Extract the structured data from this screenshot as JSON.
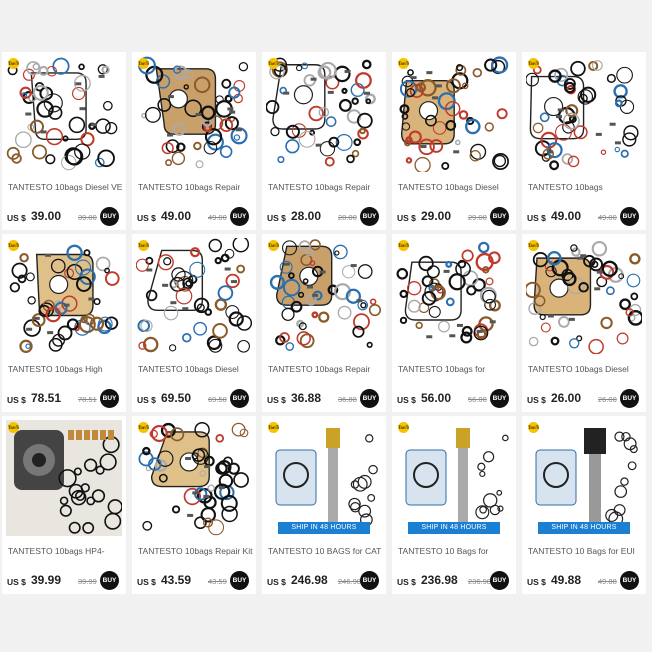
{
  "products": [
    {
      "title": "TANTESTO 10bags Diesel VE",
      "currency": "US $",
      "price": "39.00",
      "old_price": "39.00",
      "buy": "BUY",
      "image": "gasket-kit-a"
    },
    {
      "title": "TANTESTO 10bags Repair",
      "currency": "US $",
      "price": "49.00",
      "old_price": "49.00",
      "buy": "BUY",
      "image": "gasket-kit-b"
    },
    {
      "title": "TANTESTO 10bags Repair",
      "currency": "US $",
      "price": "28.00",
      "old_price": "28.00",
      "buy": "BUY",
      "image": "gasket-kit-c"
    },
    {
      "title": "TANTESTO 10bags Diesel",
      "currency": "US $",
      "price": "29.00",
      "old_price": "29.00",
      "buy": "BUY",
      "image": "gasket-kit-d"
    },
    {
      "title": "TANTESTO 10bags",
      "currency": "US $",
      "price": "49.00",
      "old_price": "49.00",
      "buy": "BUY",
      "image": "gasket-kit-e"
    },
    {
      "title": "TANTESTO 10bags High",
      "currency": "US $",
      "price": "78.51",
      "old_price": "78.51",
      "buy": "BUY",
      "image": "gasket-kit-f"
    },
    {
      "title": "TANTESTO 10bags Diesel",
      "currency": "US $",
      "price": "69.50",
      "old_price": "69.50",
      "buy": "BUY",
      "image": "gasket-kit-g"
    },
    {
      "title": "TANTESTO 10bags Repair",
      "currency": "US $",
      "price": "36.88",
      "old_price": "36.88",
      "buy": "BUY",
      "image": "gasket-kit-h"
    },
    {
      "title": "TANTESTO 10bags for",
      "currency": "US $",
      "price": "56.00",
      "old_price": "56.00",
      "buy": "BUY",
      "image": "gasket-kit-i"
    },
    {
      "title": "TANTESTO 10bags Diesel",
      "currency": "US $",
      "price": "26.00",
      "old_price": "26.00",
      "buy": "BUY",
      "image": "gasket-kit-j"
    },
    {
      "title": "TANTESTO 10bags HP4-",
      "currency": "US $",
      "price": "39.99",
      "old_price": "39.99",
      "buy": "BUY",
      "image": "pump-photo"
    },
    {
      "title": "TANTESTO 10bags Repair Kit",
      "currency": "US $",
      "price": "43.59",
      "old_price": "43.59",
      "buy": "BUY",
      "image": "gasket-kit-k"
    },
    {
      "title": "TANTESTO 10 BAGS for CAT",
      "currency": "US $",
      "price": "246.98",
      "old_price": "246.98",
      "buy": "BUY",
      "image": "injector-kit",
      "ship": "SHIP IN 48 HOURS"
    },
    {
      "title": "TANTESTO 10 Bags for",
      "currency": "US $",
      "price": "236.98",
      "old_price": "236.98",
      "buy": "BUY",
      "image": "injector-kit-b",
      "ship": "SHIP IN 48 HOURS"
    },
    {
      "title": "TANTESTO 10 Bags for EUI",
      "currency": "US $",
      "price": "49.88",
      "old_price": "49.88",
      "buy": "BUY",
      "image": "unit-pump-kit",
      "ship": "SHIP IN 48 HOURS"
    }
  ],
  "logo_text": "TanTe",
  "colors": {
    "ship_badge": "#1b7fd4",
    "buy_button": "#111111",
    "logo": "#f5c400"
  }
}
